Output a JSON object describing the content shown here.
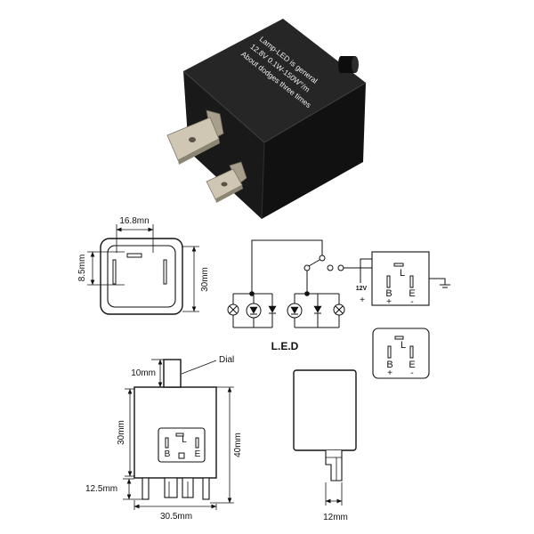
{
  "photo": {
    "label_lines": [
      "Lamp-LED is general",
      "12.8V 0.1W-150W°/m",
      "About dodges three times"
    ]
  },
  "front_view": {
    "width_label": "16.8mn",
    "pin_spacing_label": "8.5mm",
    "height_label": "30mm"
  },
  "circuit": {
    "pins": {
      "l": "L",
      "b": "B",
      "e": "E",
      "b_polarity": "+",
      "e_polarity": "-"
    },
    "supply_voltage": "12V",
    "supply_polarity": "+",
    "caption": "L.E.D"
  },
  "pin_diagram": {
    "l": "L",
    "b": "B",
    "e": "E",
    "b_polarity": "+",
    "e_polarity": "-"
  },
  "side_view": {
    "dial_label": "Dial",
    "dial_height_label": "10mm",
    "body_height_label": "30mm",
    "total_height_label": "40mm",
    "pin_length_label": "12.5mm",
    "width_label": "30.5mm",
    "socket": {
      "l": "L",
      "b": "B",
      "e": "E"
    }
  },
  "profile_view": {
    "pin_width_label": "12mm"
  },
  "colors": {
    "background": "#ffffff",
    "housing": "#1c1c1c",
    "terminal": "#cfc7b3",
    "line": "#111111",
    "housing_label": "#efefef"
  }
}
